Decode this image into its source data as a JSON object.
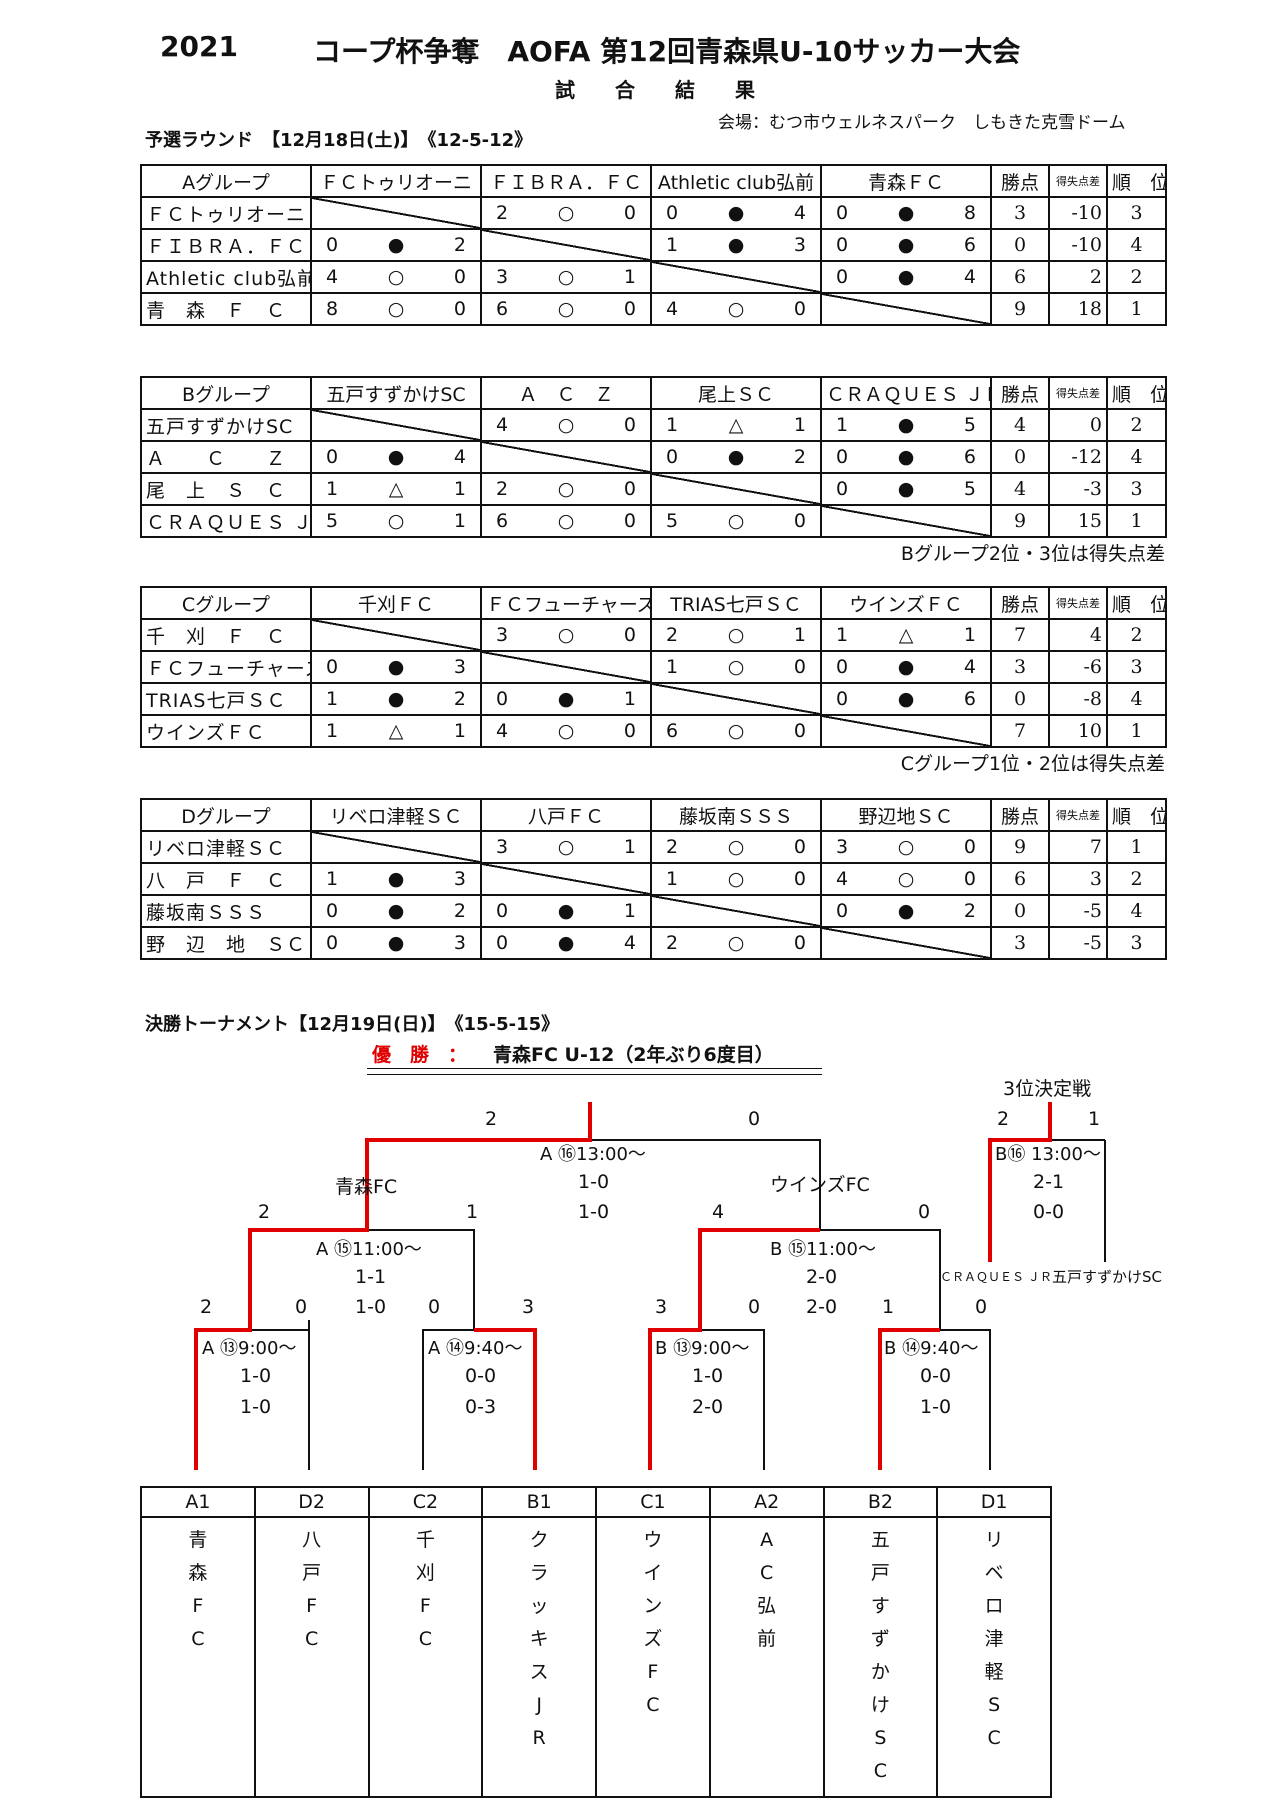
{
  "header": {
    "year": "2021",
    "title": "コープ杯争奪　AOFA 第12回青森県U-10サッカー大会",
    "subtitle": "試　　合　　結　　果",
    "venue": "会場：むつ市ウェルネスパーク　しもきた克雪ドーム"
  },
  "prelim": {
    "label": "予選ラウンド　【12月18日(土)】　《12-5-12》"
  },
  "groups": [
    {
      "name": "Aグループ",
      "cols": [
        "ＦＣトゥリオーニ",
        "ＦＩＢＲＡ．ＦＣ",
        "Athletic club弘前",
        "青森ＦＣ"
      ],
      "rows": [
        {
          "team": "ＦＣトゥリオーニ",
          "cells": [
            null,
            [
              "2",
              "○",
              "0"
            ],
            [
              "0",
              "●",
              "4"
            ],
            [
              "0",
              "●",
              "8"
            ]
          ],
          "pts": "3",
          "diff": "-10",
          "rank": "3"
        },
        {
          "team": "ＦＩＢＲＡ．ＦＣ",
          "cells": [
            [
              "0",
              "●",
              "2"
            ],
            null,
            [
              "1",
              "●",
              "3"
            ],
            [
              "0",
              "●",
              "6"
            ]
          ],
          "pts": "0",
          "diff": "-10",
          "rank": "4"
        },
        {
          "team": "Athletic club弘前",
          "cells": [
            [
              "4",
              "○",
              "0"
            ],
            [
              "3",
              "○",
              "1"
            ],
            null,
            [
              "0",
              "●",
              "4"
            ]
          ],
          "pts": "6",
          "diff": "2",
          "rank": "2"
        },
        {
          "team": "青　森　Ｆ　Ｃ",
          "cells": [
            [
              "8",
              "○",
              "0"
            ],
            [
              "6",
              "○",
              "0"
            ],
            [
              "4",
              "○",
              "0"
            ],
            null
          ],
          "pts": "9",
          "diff": "18",
          "rank": "1"
        }
      ],
      "note": ""
    },
    {
      "name": "Bグループ",
      "cols": [
        "五戸すずかけSC",
        "Ａ　Ｃ　Ｚ",
        "尾上ＳＣ",
        "ＣＲＡＱＵＥＳ ＪＲ"
      ],
      "rows": [
        {
          "team": "五戸すずかけSC",
          "cells": [
            null,
            [
              "4",
              "○",
              "0"
            ],
            [
              "1",
              "△",
              "1"
            ],
            [
              "1",
              "●",
              "5"
            ]
          ],
          "pts": "4",
          "diff": "0",
          "rank": "2"
        },
        {
          "team": "Ａ　　Ｃ　　Ｚ",
          "cells": [
            [
              "0",
              "●",
              "4"
            ],
            null,
            [
              "0",
              "●",
              "2"
            ],
            [
              "0",
              "●",
              "6"
            ]
          ],
          "pts": "0",
          "diff": "-12",
          "rank": "4"
        },
        {
          "team": "尾　上　Ｓ　Ｃ",
          "cells": [
            [
              "1",
              "△",
              "1"
            ],
            [
              "2",
              "○",
              "0"
            ],
            null,
            [
              "0",
              "●",
              "5"
            ]
          ],
          "pts": "4",
          "diff": "-3",
          "rank": "3"
        },
        {
          "team": "ＣＲＡＱＵＥＳ ＪＲ",
          "cells": [
            [
              "5",
              "○",
              "1"
            ],
            [
              "6",
              "○",
              "0"
            ],
            [
              "5",
              "○",
              "0"
            ],
            null
          ],
          "pts": "9",
          "diff": "15",
          "rank": "1"
        }
      ],
      "note": "Bグループ2位・3位は得失点差"
    },
    {
      "name": "Cグループ",
      "cols": [
        "千刈ＦＣ",
        "ＦＣフューチャーズ",
        "TRIAS七戸ＳＣ",
        "ウインズＦＣ"
      ],
      "rows": [
        {
          "team": "千　刈　Ｆ　Ｃ",
          "cells": [
            null,
            [
              "3",
              "○",
              "0"
            ],
            [
              "2",
              "○",
              "1"
            ],
            [
              "1",
              "△",
              "1"
            ]
          ],
          "pts": "7",
          "diff": "4",
          "rank": "2"
        },
        {
          "team": "ＦＣフューチャーズ",
          "cells": [
            [
              "0",
              "●",
              "3"
            ],
            null,
            [
              "1",
              "○",
              "0"
            ],
            [
              "0",
              "●",
              "4"
            ]
          ],
          "pts": "3",
          "diff": "-6",
          "rank": "3"
        },
        {
          "team": "TRIAS七戸ＳＣ",
          "cells": [
            [
              "1",
              "●",
              "2"
            ],
            [
              "0",
              "●",
              "1"
            ],
            null,
            [
              "0",
              "●",
              "6"
            ]
          ],
          "pts": "0",
          "diff": "-8",
          "rank": "4"
        },
        {
          "team": "ウインズＦＣ",
          "cells": [
            [
              "1",
              "△",
              "1"
            ],
            [
              "4",
              "○",
              "0"
            ],
            [
              "6",
              "○",
              "0"
            ],
            null
          ],
          "pts": "7",
          "diff": "10",
          "rank": "1"
        }
      ],
      "note": "Cグループ1位・2位は得失点差"
    },
    {
      "name": "Dグループ",
      "cols": [
        "リベロ津軽ＳＣ",
        "八戸ＦＣ",
        "藤坂南ＳＳＳ",
        "野辺地ＳＣ"
      ],
      "rows": [
        {
          "team": "リベロ津軽ＳＣ",
          "cells": [
            null,
            [
              "3",
              "○",
              "1"
            ],
            [
              "2",
              "○",
              "0"
            ],
            [
              "3",
              "○",
              "0"
            ]
          ],
          "pts": "9",
          "diff": "7",
          "rank": "1"
        },
        {
          "team": "八　戸　Ｆ　Ｃ",
          "cells": [
            [
              "1",
              "●",
              "3"
            ],
            null,
            [
              "1",
              "○",
              "0"
            ],
            [
              "4",
              "○",
              "0"
            ]
          ],
          "pts": "6",
          "diff": "3",
          "rank": "2"
        },
        {
          "team": "藤坂南ＳＳＳ",
          "cells": [
            [
              "0",
              "●",
              "2"
            ],
            [
              "0",
              "●",
              "1"
            ],
            null,
            [
              "0",
              "●",
              "2"
            ]
          ],
          "pts": "0",
          "diff": "-5",
          "rank": "4"
        },
        {
          "team": "野　辺　地　ＳＣ",
          "cells": [
            [
              "0",
              "●",
              "3"
            ],
            [
              "0",
              "●",
              "4"
            ],
            [
              "2",
              "○",
              "0"
            ],
            null
          ],
          "pts": "3",
          "diff": "-5",
          "rank": "3"
        }
      ],
      "note": ""
    }
  ],
  "table_headers": {
    "pts": "勝点",
    "diff": "得失点差",
    "rank": "順　位"
  },
  "final": {
    "label": "決勝トーナメント【12月19日(日)】　《15-5-15》",
    "winner_label": "優　勝　：",
    "winner": "青森FC U-12（2年ぶり6度目）",
    "third_title": "3位決定戦",
    "third_score_l": "2",
    "third_score_r": "1",
    "third_match": "B⑯ 13:00〜",
    "third_s1": "2-1",
    "third_s2": "0-0",
    "third_team_l": "ＣＲＡＱＵＥＳ ＪＲ",
    "third_team_r": "五戸すずかけSC",
    "f_score_l": "2",
    "f_score_r": "0",
    "f_match": "A ⑯13:00〜",
    "f_s1": "1-0",
    "f_s2": "1-0",
    "semi_l_team": "青森FC",
    "semi_r_team": "ウインズFC",
    "s1_l": "2",
    "s1_r": "1",
    "s1_match": "A ⑮11:00〜",
    "s1_a": "1-1",
    "s1_b": "1-0",
    "s2_l": "4",
    "s2_r": "0",
    "s2_match": "B ⑮11:00〜",
    "s2_a": "2-0",
    "s2_b": "2-0",
    "q1_l": "2",
    "q1_r": "0",
    "q1_match": "A ⑬9:00〜",
    "q1_a": "1-0",
    "q1_b": "1-0",
    "q2_l": "0",
    "q2_r": "3",
    "q2_match": "A ⑭9:40〜",
    "q2_a": "0-0",
    "q2_b": "0-3",
    "q3_l": "3",
    "q3_r": "0",
    "q3_match": "B ⑬9:00〜",
    "q3_a": "1-0",
    "q3_b": "2-0",
    "q4_l": "1",
    "q4_r": "0",
    "q4_match": "B ⑭9:40〜",
    "q4_a": "0-0",
    "q4_b": "1-0",
    "seeds": [
      {
        "pos": "A1",
        "name": [
          "青",
          "森",
          "F",
          "C"
        ]
      },
      {
        "pos": "D2",
        "name": [
          "八",
          "戸",
          "F",
          "C"
        ]
      },
      {
        "pos": "C2",
        "name": [
          "千",
          "刈",
          "F",
          "C"
        ]
      },
      {
        "pos": "B1",
        "name": [
          "ク",
          "ラ",
          "ッ",
          "キ",
          "ス",
          "J",
          "R"
        ]
      },
      {
        "pos": "C1",
        "name": [
          "ウ",
          "イ",
          "ン",
          "ズ",
          "F",
          "C"
        ]
      },
      {
        "pos": "A2",
        "name": [
          "A",
          "C",
          "弘",
          "前"
        ]
      },
      {
        "pos": "B2",
        "name": [
          "五",
          "戸",
          "す",
          "ず",
          "か",
          "け",
          "S",
          "C"
        ]
      },
      {
        "pos": "D1",
        "name": [
          "リ",
          "ベ",
          "ロ",
          "津",
          "軽",
          "S",
          "C"
        ]
      }
    ],
    "colors": {
      "winner_line": "#e00000",
      "line": "#111111"
    }
  }
}
